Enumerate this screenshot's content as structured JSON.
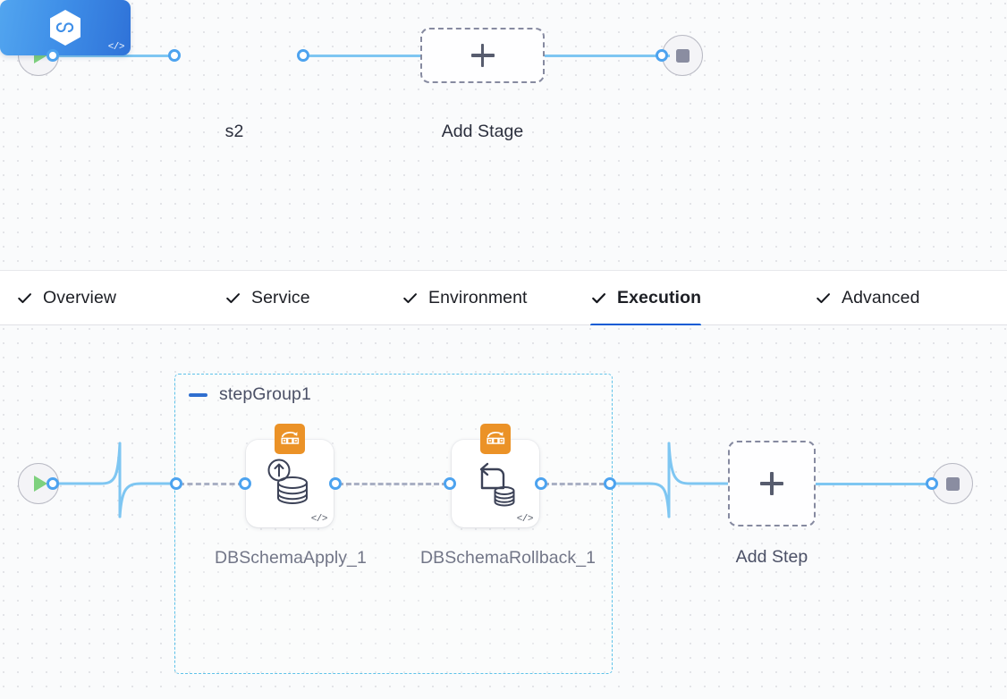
{
  "stage_canvas": {
    "start_node": {
      "icon": "play-icon",
      "name": "pipeline-start"
    },
    "stage": {
      "label": "s2",
      "icon": "harness-hexagon-icon",
      "code_tag": "</>"
    },
    "add_stage": {
      "label": "Add Stage",
      "icon": "plus-icon"
    },
    "end_node": {
      "icon": "stop-icon",
      "name": "pipeline-end"
    }
  },
  "tabs": {
    "items": [
      {
        "label": "Overview",
        "check": "check-icon",
        "active": false
      },
      {
        "label": "Service",
        "check": "check-icon",
        "active": false
      },
      {
        "label": "Environment",
        "check": "check-icon",
        "active": false
      },
      {
        "label": "Execution",
        "check": "check-icon",
        "active": true
      },
      {
        "label": "Advanced",
        "check": "check-icon",
        "active": false
      }
    ],
    "active_accent": "#0a5bd4"
  },
  "execution_canvas": {
    "start_node": {
      "icon": "play-icon",
      "name": "execution-start"
    },
    "step_group": {
      "title": "stepGroup1",
      "collapse_icon": "minus-icon",
      "border_color": "#5ec2e9",
      "steps": [
        {
          "label": "DBSchemaApply_1",
          "badge_icon": "liquibase-migration-icon",
          "glyph_icon": "database-apply-icon",
          "code_tag": "</>"
        },
        {
          "label": "DBSchemaRollback_1",
          "badge_icon": "liquibase-migration-icon",
          "glyph_icon": "database-rollback-icon",
          "code_tag": "</>"
        }
      ]
    },
    "add_step": {
      "label": "Add Step",
      "icon": "plus-icon"
    },
    "end_node": {
      "icon": "stop-icon",
      "name": "execution-end"
    }
  },
  "colors": {
    "canvas_bg": "#fafbfc",
    "link": "#7ec6f2",
    "port": "#4da3ef",
    "badge_orange": "#eb9227",
    "stage_blue": "#3f8fe8"
  }
}
